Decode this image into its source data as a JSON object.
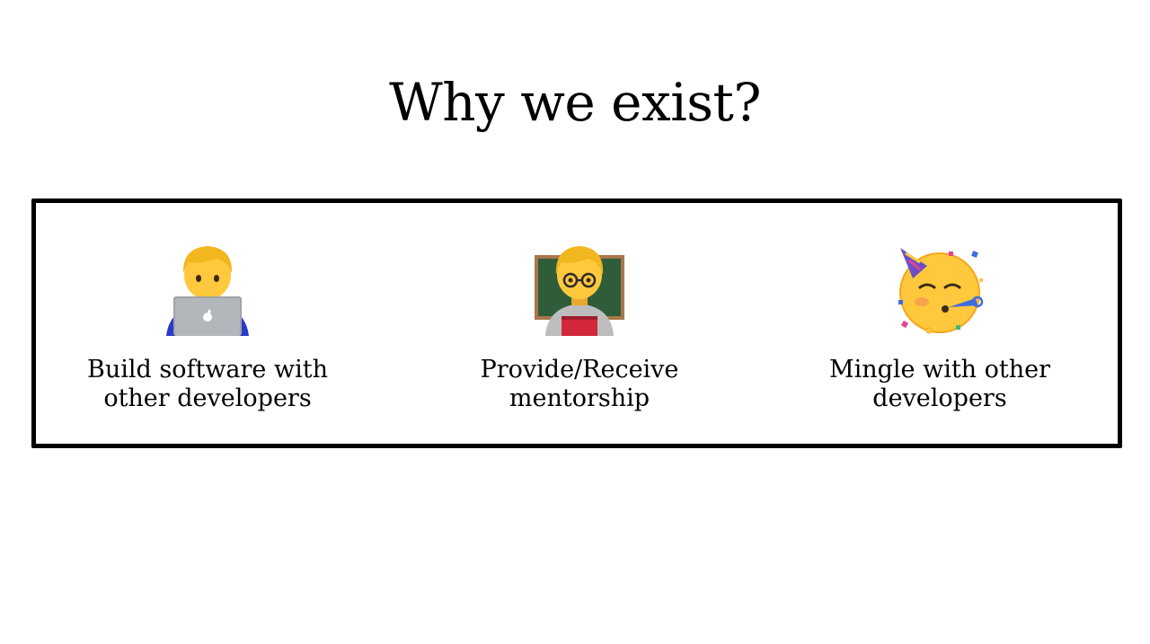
{
  "slide": {
    "title": "Why we exist?"
  },
  "reasons": [
    {
      "label": "Build software with\nother developers",
      "icon": "technologist-emoji-icon"
    },
    {
      "label": "Provide/Receive\nmentorship",
      "icon": "teacher-emoji-icon"
    },
    {
      "label": "Mingle with other\ndevelopers",
      "icon": "partying-face-emoji-icon"
    }
  ],
  "colors": {
    "text": "#000000",
    "background": "#ffffff",
    "border": "#000000",
    "skin": "#FFC83D",
    "hair": "#F2B61F",
    "shirt_blue": "#2B3BC8",
    "laptop": "#9EA3A8",
    "chalkboard": "#2F5D3A",
    "chalkboard_frame": "#A9774A",
    "book": "#D2283A"
  }
}
